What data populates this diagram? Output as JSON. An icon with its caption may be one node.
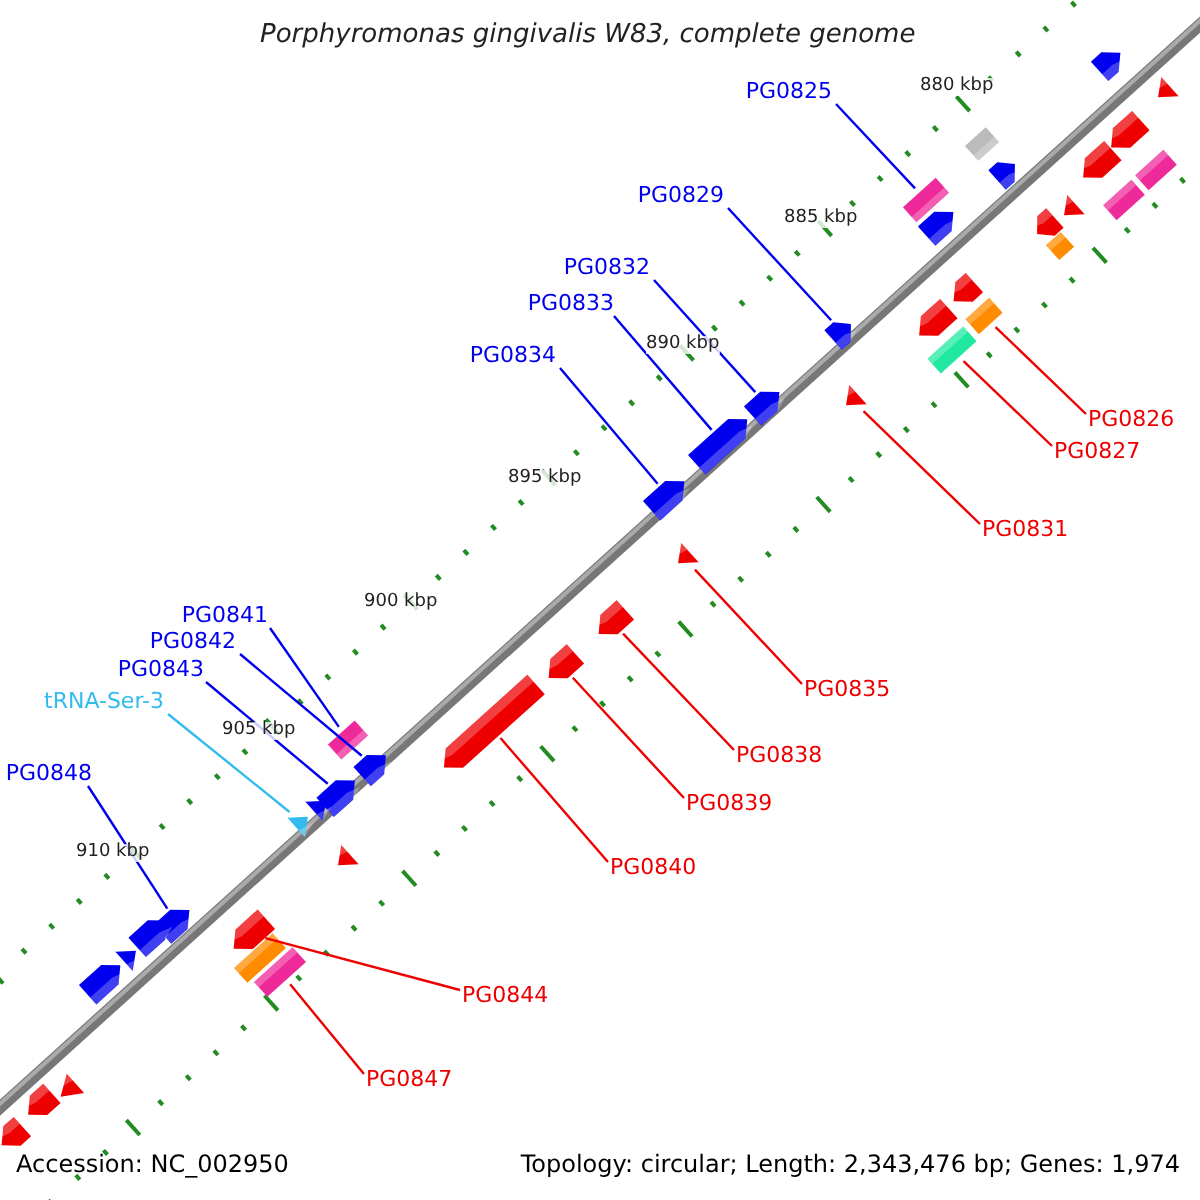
{
  "diagram": {
    "title": "Porphyromonas gingivalis W83, complete genome",
    "nodes": [
      {
        "text": [
          "PG0825"
        ]
      },
      {
        "text": [
          "PG0829"
        ]
      },
      {
        "text": [
          "PG0832"
        ]
      },
      {
        "text": [
          "PG0833"
        ]
      },
      {
        "text": [
          "PG0834"
        ]
      },
      {
        "text": [
          "PG0841"
        ]
      },
      {
        "text": [
          "PG0842"
        ]
      },
      {
        "text": [
          "PG0843"
        ]
      },
      {
        "text": [
          "tRNA-Ser-3"
        ]
      },
      {
        "text": [
          "PG0848"
        ]
      },
      {
        "text": [
          "PG0826"
        ]
      },
      {
        "text": [
          "PG0827"
        ]
      },
      {
        "text": [
          "PG0831"
        ]
      },
      {
        "text": [
          "PG0835"
        ]
      },
      {
        "text": [
          "PG0838"
        ]
      },
      {
        "text": [
          "PG0839"
        ]
      },
      {
        "text": [
          "PG0840"
        ]
      },
      {
        "text": [
          "PG0844"
        ]
      },
      {
        "text": [
          "PG0847"
        ]
      },
      {
        "text": [],
        "shape": "bar"
      },
      {
        "text": [],
        "shape": "arrow"
      },
      {
        "text": [],
        "shape": "arrow"
      },
      {
        "text": [],
        "shape": "arrow"
      },
      {
        "text": [],
        "shape": "arrow"
      },
      {
        "text": [],
        "shape": "bar"
      },
      {
        "text": [],
        "shape": "arrow"
      },
      {
        "text": [],
        "shape": "arrow"
      },
      {
        "text": [],
        "shape": "triangle"
      },
      {
        "text": [],
        "shape": "arrow"
      },
      {
        "text": [],
        "shape": "bar"
      },
      {
        "text": [],
        "shape": "bar"
      },
      {
        "text": [],
        "shape": "triangle"
      },
      {
        "text": [],
        "shape": "triangle"
      },
      {
        "text": [],
        "shape": "arrow"
      },
      {
        "text": [],
        "shape": "arrow"
      },
      {
        "text": [],
        "shape": "arrow"
      },
      {
        "text": [],
        "shape": "arrow"
      },
      {
        "text": [],
        "shape": "bar"
      },
      {
        "text": [],
        "shape": "arrow"
      },
      {
        "text": [],
        "shape": "arrow"
      },
      {
        "text": [],
        "shape": "bar"
      },
      {
        "text": [],
        "shape": "arrow"
      },
      {
        "text": [],
        "shape": "arrow"
      },
      {
        "text": [],
        "shape": "arrow"
      },
      {
        "text": [],
        "shape": "bar"
      },
      {
        "text": [],
        "shape": "bar"
      },
      {
        "text": [],
        "shape": "arrow"
      },
      {
        "text": [],
        "shape": "triangle"
      },
      {
        "text": [],
        "shape": "bar"
      },
      {
        "text": [],
        "shape": "triangle"
      },
      {
        "text": [],
        "shape": "arrow"
      },
      {
        "text": [],
        "shape": "arrow"
      },
      {
        "text": [],
        "shape": "triangle"
      },
      {
        "text": [],
        "shape": "bar"
      },
      {
        "text": [],
        "shape": "arrow"
      },
      {
        "text": [],
        "shape": "triangle"
      },
      {
        "text": [],
        "shape": "arrow"
      },
      {
        "text": [],
        "shape": "triangle"
      },
      {
        "text": [],
        "shape": "arrow"
      },
      {
        "text": [],
        "shape": "triangle"
      },
      {
        "text": [],
        "shape": "arrow"
      }
    ],
    "edges": [
      {
        "from": 0,
        "to": 19,
        "arrow": "none"
      },
      {
        "from": 1,
        "to": 20,
        "arrow": "none"
      },
      {
        "from": 2,
        "to": 21,
        "arrow": "none"
      },
      {
        "from": 3,
        "to": 22,
        "arrow": "none"
      },
      {
        "from": 4,
        "to": 23,
        "arrow": "none"
      },
      {
        "from": 5,
        "to": 24,
        "arrow": "none"
      },
      {
        "from": 6,
        "to": 25,
        "arrow": "none"
      },
      {
        "from": 7,
        "to": 26,
        "arrow": "none"
      },
      {
        "from": 8,
        "to": 27,
        "arrow": "none",
        "color": "#33bbee"
      },
      {
        "from": 9,
        "to": 28,
        "arrow": "none"
      },
      {
        "from": 10,
        "to": 29,
        "arrow": "none",
        "color": "#ee0000"
      },
      {
        "from": 11,
        "to": 30,
        "arrow": "none",
        "color": "#ee0000"
      },
      {
        "from": 12,
        "to": 31,
        "arrow": "none",
        "color": "#ee0000"
      },
      {
        "from": 13,
        "to": 32,
        "arrow": "none",
        "color": "#ee0000"
      },
      {
        "from": 14,
        "to": 33,
        "arrow": "none",
        "color": "#ee0000"
      },
      {
        "from": 15,
        "to": 34,
        "arrow": "none",
        "color": "#ee0000"
      },
      {
        "from": 16,
        "to": 35,
        "arrow": "none",
        "color": "#ee0000"
      },
      {
        "from": 17,
        "to": 36,
        "arrow": "none",
        "color": "#ee0000"
      },
      {
        "from": 18,
        "to": 37,
        "arrow": "none",
        "color": "#ee0000"
      }
    ],
    "labels": [
      "880 kbp",
      "885 kbp",
      "890 kbp",
      "895 kbp",
      "900 kbp",
      "905 kbp",
      "910 kbp",
      "Accession: NC_002950",
      "Topology: circular; Length: 2,343,476 bp; Genes: 1,974"
    ]
  }
}
